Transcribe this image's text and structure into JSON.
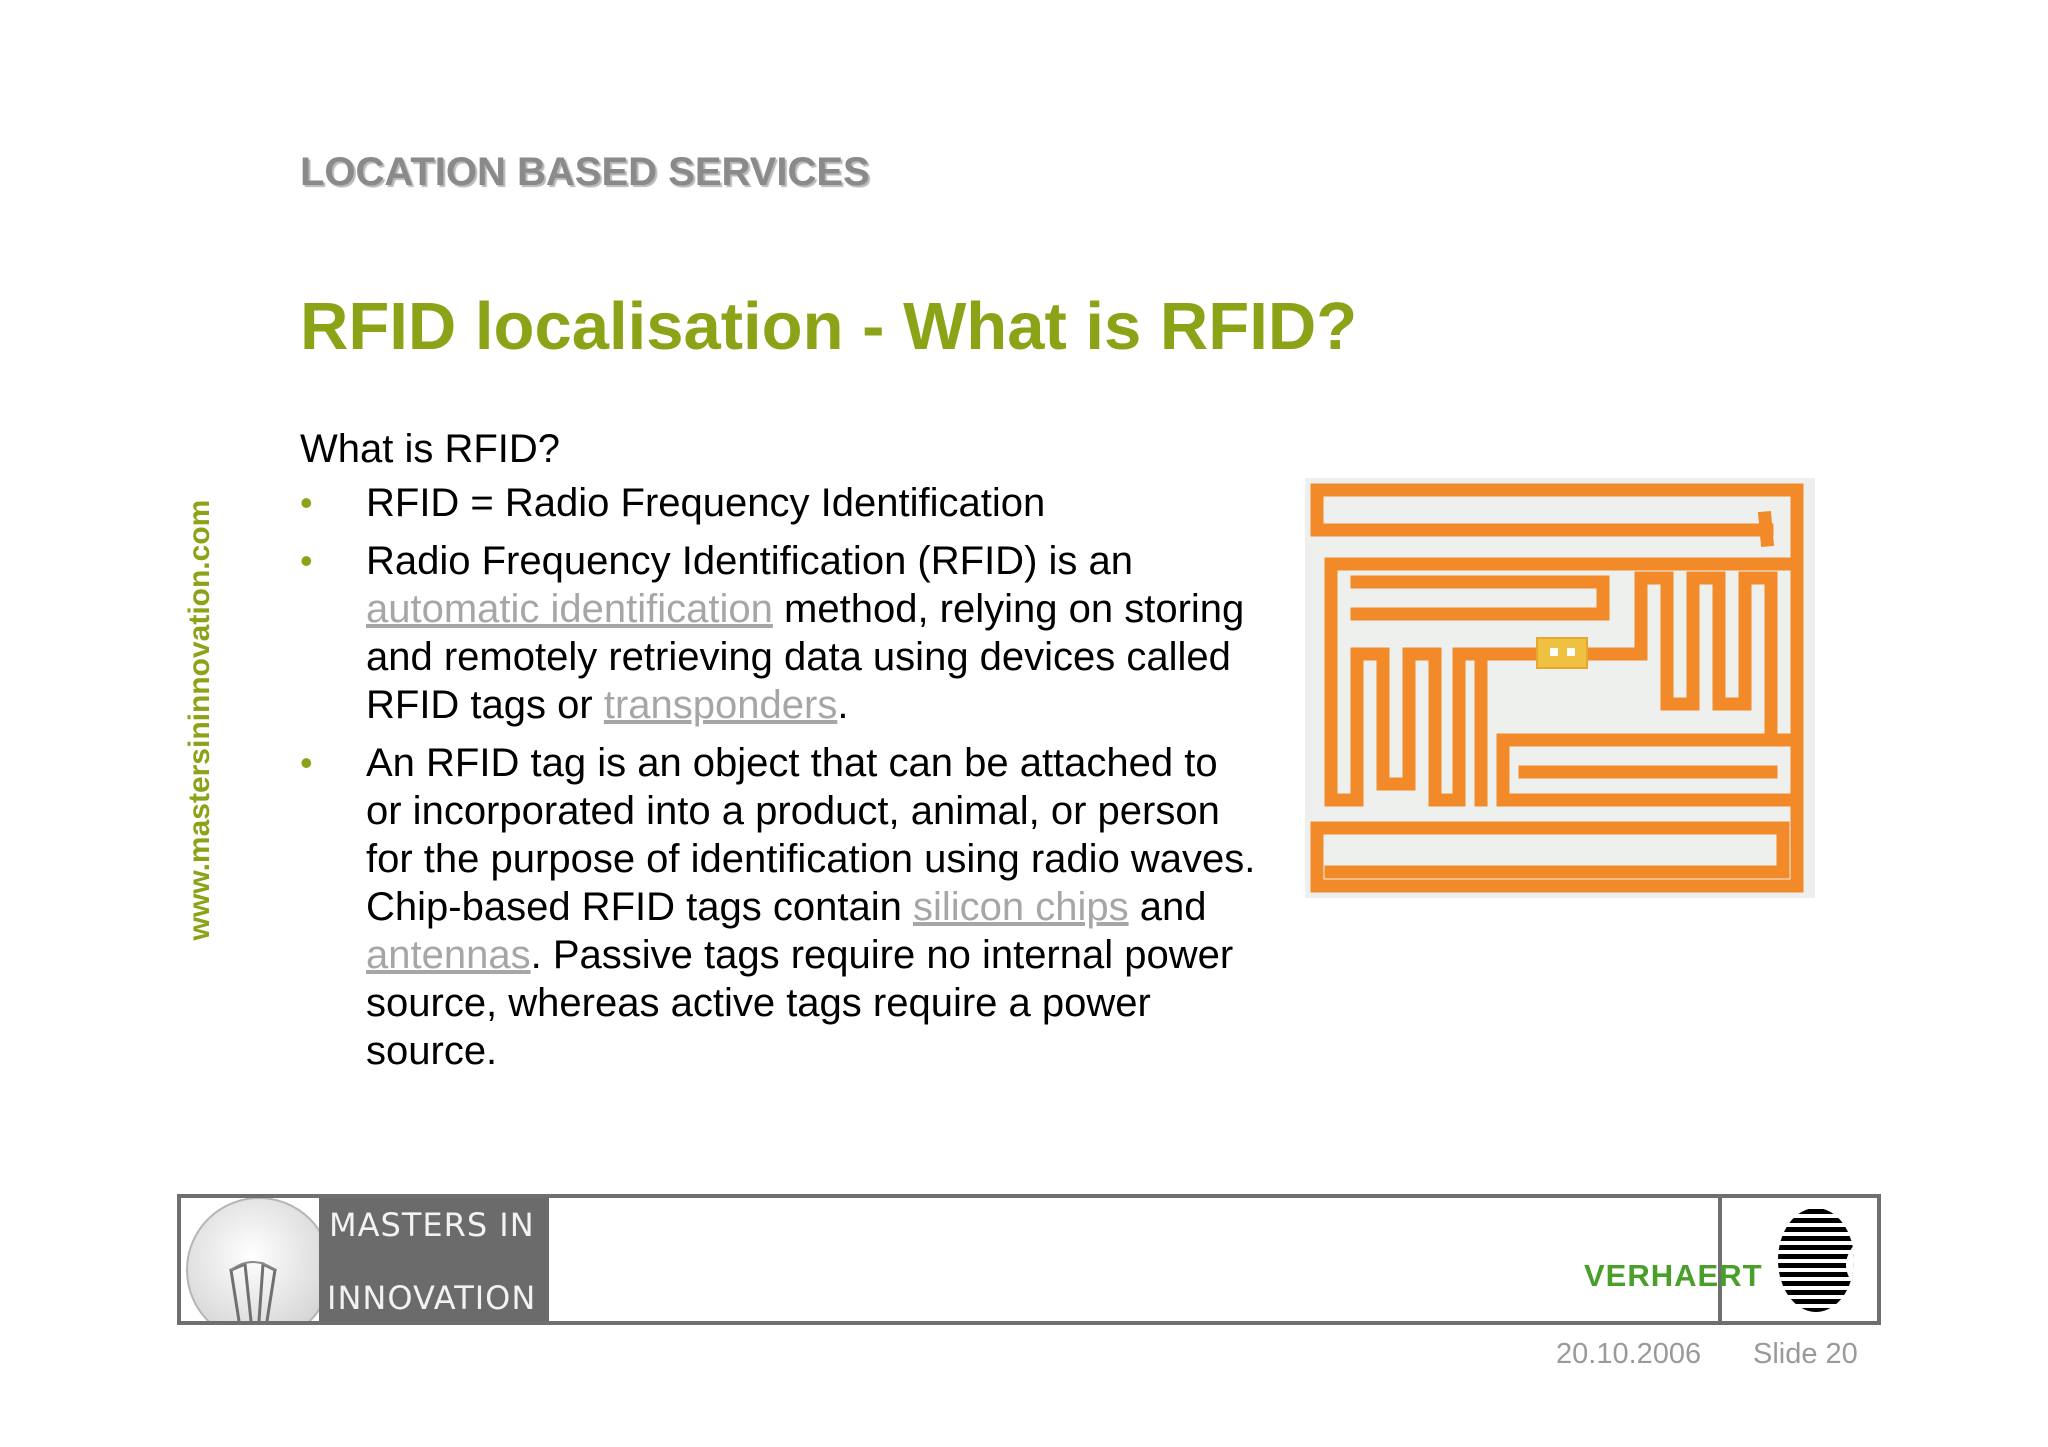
{
  "header": {
    "section": "LOCATION BASED SERVICES",
    "title": "RFID localisation - What is RFID?"
  },
  "sidebar": {
    "url": "www.mastersininnovation.com"
  },
  "content": {
    "intro": "What is RFID?",
    "bullet_glyph": "•",
    "bullets": [
      {
        "text": "RFID = Radio Frequency Identification"
      },
      {
        "text_1": "Radio Frequency Identification (RFID) is an ",
        "link_1": "automatic identification",
        "text_2": " method, relying on storing and remotely retrieving data using devices called RFID tags or ",
        "link_2": "transponders",
        "text_3": "."
      },
      {
        "text_1": "An RFID tag is an object that can be attached to or incorporated into a product, animal, or person for the purpose of identification using radio waves. Chip-based RFID tags contain ",
        "link_1": "silicon chips",
        "text_2": " and ",
        "link_2": "antennas",
        "text_3": ". Passive tags require no internal power source, whereas active tags require a power source."
      }
    ]
  },
  "image": {
    "subject": "rfid-tag-antenna",
    "antenna_color": "#f28a2a",
    "chip_color": "#f0c040"
  },
  "footer": {
    "logo_top": "MASTERS IN",
    "logo_bottom": "INNOVATION",
    "brand": "VERHAERT",
    "date": "20.10.2006",
    "slide": "Slide 20"
  },
  "colors": {
    "accent_green": "#8aa317",
    "header_grey": "#8a8a8a",
    "link_grey": "#a6a6a6",
    "brand_green": "#4a9e2a"
  }
}
